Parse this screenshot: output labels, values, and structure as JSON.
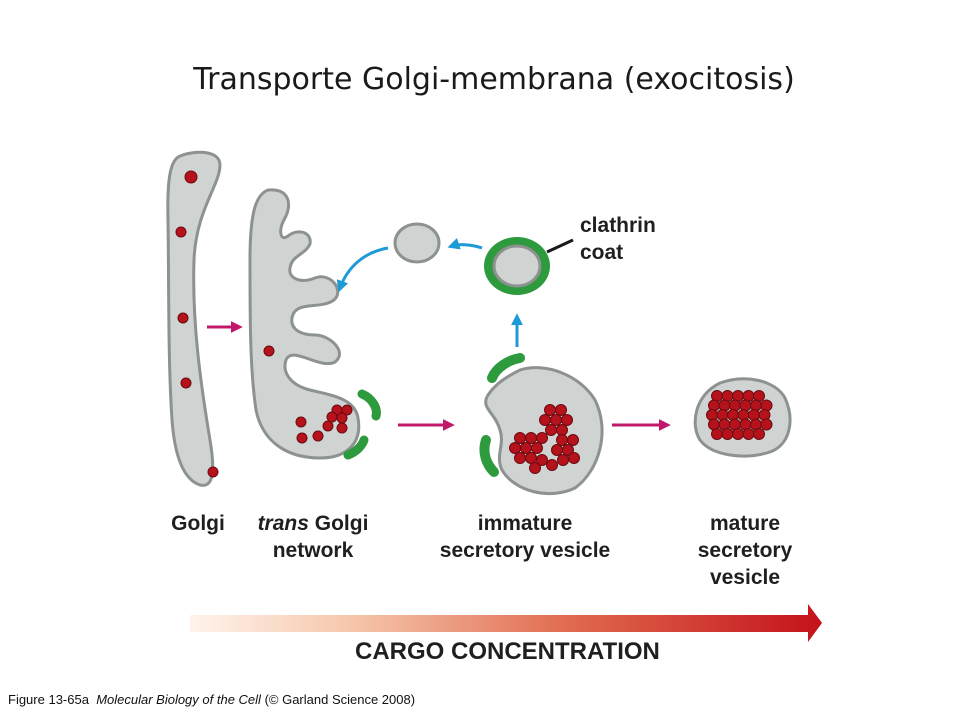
{
  "title": "Transporte Golgi-membrana (exocitosis)",
  "labels": {
    "clathrin_line1": "clathrin",
    "clathrin_line2": "coat",
    "golgi": "Golgi",
    "trans_italic": "trans",
    "trans_rest": " Golgi",
    "trans_line2": "network",
    "immature_line1": "immature",
    "immature_line2": "secretory vesicle",
    "mature_line1": "mature",
    "mature_line2": "secretory",
    "mature_line3": "vesicle",
    "cargo": "CARGO CONCENTRATION"
  },
  "caption": {
    "figure": "Figure 13-65a",
    "book": "Molecular Biology of the Cell",
    "credit": "(© Garland Science 2008)"
  },
  "colors": {
    "membrane_fill": "#cfd3d2",
    "membrane_stroke": "#8d9291",
    "cargo_red": "#b5121b",
    "clathrin_green": "#2e9a3e",
    "arrow_magenta": "#c2186b",
    "arrow_blue": "#1e9ad6",
    "gradient_start": "#fbe3d6",
    "gradient_end": "#c4121a"
  }
}
